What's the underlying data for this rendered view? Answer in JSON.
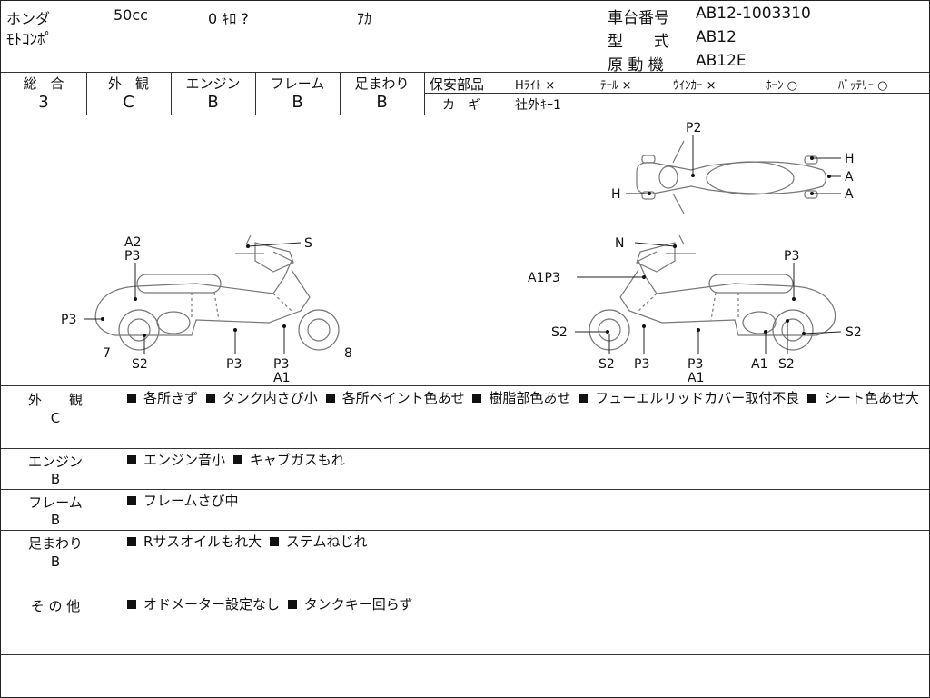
{
  "header": {
    "maker": "ホンダ",
    "displacement": "50cc",
    "mileage": "0 ｷﾛ ?",
    "color": "ｱｶ",
    "model_name": "ﾓﾄｺﾝﾎﾟ",
    "frame_no_label": "車台番号",
    "frame_no": "AB12-1003310",
    "type_label": "型　　式",
    "type": "AB12",
    "engine_label": "原 動 機",
    "engine": "AB12E"
  },
  "grades": [
    {
      "label": "総　合",
      "value": "3"
    },
    {
      "label": "外　観",
      "value": "C"
    },
    {
      "label": "エンジン",
      "value": "B"
    },
    {
      "label": "フレーム",
      "value": "B"
    },
    {
      "label": "足まわり",
      "value": "B"
    }
  ],
  "safety": {
    "label": "保安部品",
    "items": [
      "Hﾗｲﾄ ×",
      "ﾃｰﾙ ×",
      "ｳｲﾝｶｰ ×",
      "ﾎｰﾝ ○",
      "ﾊﾞｯﾃﾘｰ ○"
    ],
    "key_label": "カ　ギ",
    "key_value": "社外ｷｰ1"
  },
  "diagram_labels": {
    "top": [
      "P2",
      "H",
      "A",
      "H",
      "A"
    ],
    "left": [
      "A2",
      "P3",
      "S",
      "P3",
      "7",
      "S2",
      "P3",
      "P3",
      "A1",
      "8"
    ],
    "right": [
      "N",
      "P3",
      "A1P3",
      "S2",
      "S2",
      "S2",
      "P3",
      "P3",
      "A1",
      "A1",
      "S2"
    ]
  },
  "sections": [
    {
      "title": "外　　観",
      "grade": "C",
      "notes": [
        "各所きず",
        "タンク内さび小",
        "各所ペイント色あせ",
        "樹脂部色あせ",
        "フューエルリッドカバー取付不良",
        "シート色あせ大"
      ]
    },
    {
      "title": "エンジン",
      "grade": "B",
      "notes": [
        "エンジン音小",
        "キャブガスもれ"
      ]
    },
    {
      "title": "フレーム",
      "grade": "B",
      "notes": [
        "フレームさび中"
      ]
    },
    {
      "title": "足まわり",
      "grade": "B",
      "notes": [
        "Rサスオイルもれ大",
        "ステムねじれ"
      ]
    },
    {
      "title": "そ の 他",
      "grade": "",
      "notes": [
        "オドメーター設定なし",
        "タンクキー回らず"
      ]
    }
  ]
}
